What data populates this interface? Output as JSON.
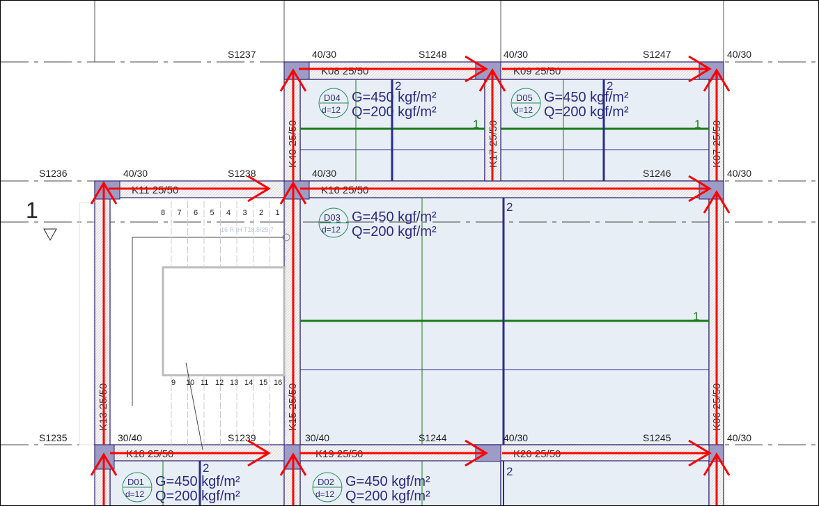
{
  "axis_label": "1",
  "stair_note": "16 R IH T18.8/25.7",
  "stair_steps_top": [
    "8",
    "7",
    "6",
    "5",
    "4",
    "3",
    "2",
    "1"
  ],
  "stair_steps_bottom": [
    "9",
    "10",
    "11",
    "12",
    "13",
    "14",
    "15",
    "16"
  ],
  "columns": {
    "S1237": "S1237",
    "S1248": "S1248",
    "S1247": "S1247",
    "S1236": "S1236",
    "S1238": "S1238",
    "S1246": "S1246",
    "S1235": "S1235",
    "S1239": "S1239",
    "S1244": "S1244",
    "S1245": "S1245"
  },
  "column_sizes": {
    "a": "40/30",
    "b": "40/30",
    "c": "40/30",
    "d": "40/30",
    "e": "40/30",
    "f": "40/30",
    "g": "30/40",
    "h": "30/40",
    "i": "40/30",
    "j": "40/30"
  },
  "beams": {
    "K08": "K08 25/50",
    "K09": "K09 25/50",
    "K11": "K11 25/50",
    "K16": "K16 25/50",
    "K18": "K18 25/50",
    "K19": "K19 25/50",
    "K20": "K20 25/50",
    "K40": "K40 25/50",
    "K17": "K17 25/50",
    "K07": "K07 25/50",
    "K13": "K13 25/50",
    "K15": "K15 25/50",
    "K06": "K06 25/50"
  },
  "slabs": [
    {
      "id": "D04",
      "d": "d=12",
      "G": "G=450 kgf/m²",
      "Q": "Q=200 kgf/m²"
    },
    {
      "id": "D05",
      "d": "d=12",
      "G": "G=450 kgf/m²",
      "Q": "Q=200 kgf/m²"
    },
    {
      "id": "D03",
      "d": "d=12",
      "G": "G=450 kgf/m²",
      "Q": "Q=200 kgf/m²"
    },
    {
      "id": "D01",
      "d": "d=12",
      "G": "G=450 kgf/m²",
      "Q": "Q=200 kgf/m²"
    },
    {
      "id": "D02",
      "d": "d=12",
      "G": "G=450 kgf/m²",
      "Q": "Q=200 kgf/m²"
    }
  ],
  "direction_marks": {
    "one": "1",
    "two": "2"
  },
  "colors": {
    "slab": "#e8eef6",
    "beam_edge": "#2b1d6e",
    "column": "#9d9cc6",
    "arrow": "#ff0000",
    "rebar1": "#1a7a1a",
    "rebar2": "#2b2b8c"
  }
}
